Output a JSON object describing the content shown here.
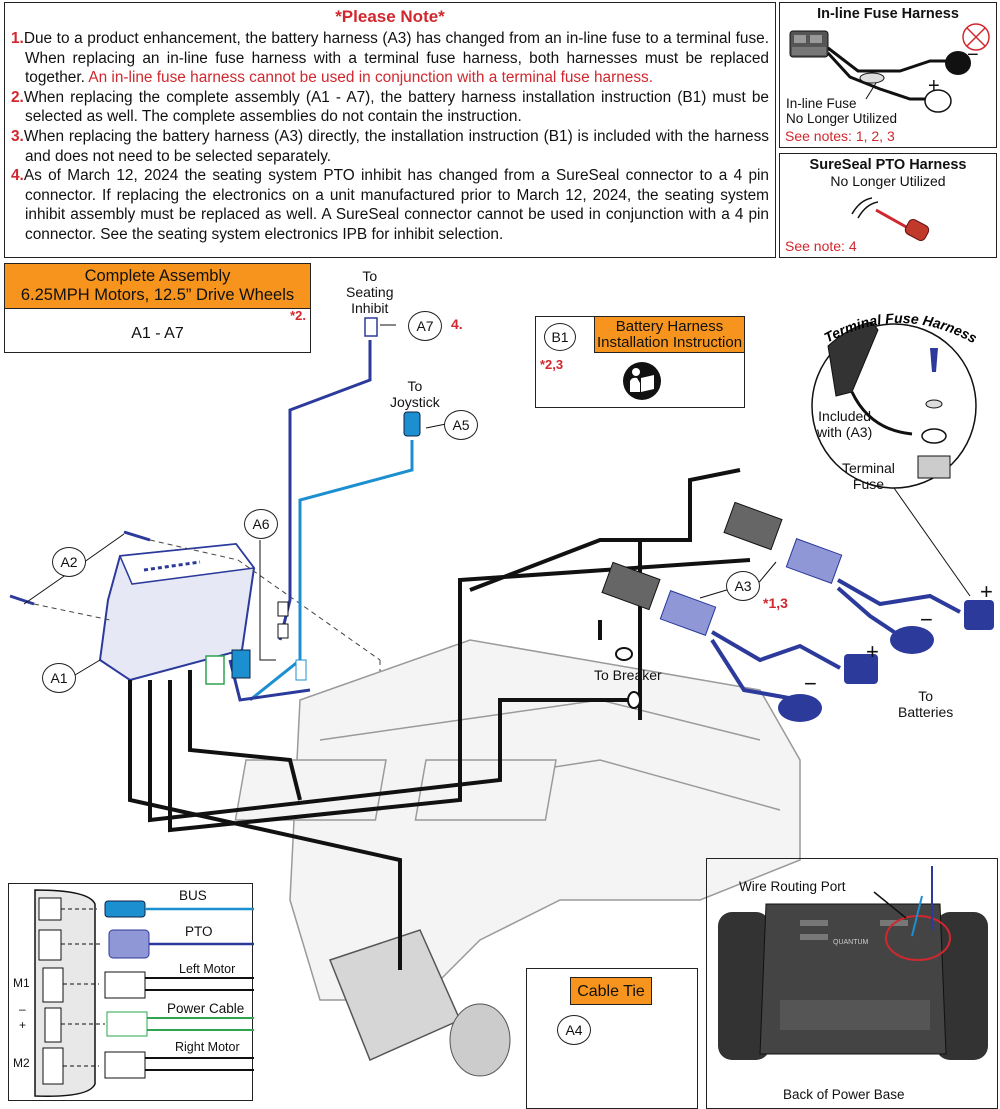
{
  "notes": {
    "title": "*Please Note*",
    "items": [
      {
        "num": "1.",
        "text": "Due to a product enhancement, the battery harness (A3) has changed from an in-line fuse to a terminal fuse. When replacing an in-line fuse harness with a terminal fuse harness, both harnesses must be replaced together. ",
        "highlight": "An in-line fuse harness cannot be used in conjunction with a terminal fuse harness."
      },
      {
        "num": "2.",
        "text": "When replacing the complete assembly (A1 - A7), the battery harness installation instruction (B1) must be selected as well. The complete assemblies do not contain the instruction."
      },
      {
        "num": "3.",
        "text": "When replacing the battery harness (A3) directly, the installation instruction (B1) is included with the harness and does not need to be selected separately."
      },
      {
        "num": "4.",
        "text": "As of March 12, 2024 the seating system PTO inhibit has changed from a SureSeal connector to a 4 pin connector. If replacing the electronics on a unit manufactured prior to March 12, 2024, the seating system inhibit assembly must be replaced as well. A SureSeal connector cannot be used in conjunction with a 4 pin connector. See the seating system electronics IPB for inhibit selection."
      }
    ]
  },
  "inline_fuse": {
    "title": "In-line Fuse Harness",
    "label_line1": "In-line Fuse",
    "label_line2": "No Longer Utilized",
    "see_notes": "See notes: 1, 2, 3",
    "plus": "+",
    "minus": "−"
  },
  "sureseal": {
    "title": "SureSeal PTO Harness",
    "subtitle": "No Longer Utilized",
    "see_note": "See note: 4"
  },
  "complete_assembly": {
    "line1": "Complete Assembly",
    "line2": "6.25MPH Motors, 12.5” Drive Wheels",
    "range": "A1 - A7",
    "ref": "*2."
  },
  "b1": {
    "callout": "B1",
    "title_line1": "Battery Harness",
    "title_line2": "Installation Instruction",
    "ref": "*2,3"
  },
  "terminal_fuse": {
    "arc_title": "Terminal Fuse Harness",
    "included_line1": "Included",
    "included_line2": "with (A3)",
    "terminal_line1": "Terminal",
    "terminal_line2": "Fuse"
  },
  "labels": {
    "seating_line1": "To",
    "seating_line2": "Seating",
    "seating_line3": "Inhibit",
    "joystick_line1": "To",
    "joystick_line2": "Joystick",
    "breaker": "To Breaker",
    "batteries_line1": "To",
    "batteries_line2": "Batteries",
    "plus": "+",
    "minus": "−"
  },
  "callouts": {
    "a1": "A1",
    "a2": "A2",
    "a3": "A3",
    "a4": "A4",
    "a5": "A5",
    "a6": "A6",
    "a7": "A7",
    "a7_ref": "4.",
    "a3_ref": "*1,3"
  },
  "inset": {
    "bus": "BUS",
    "pto": "PTO",
    "left_motor": "Left Motor",
    "power_cable": "Power Cable",
    "right_motor": "Right Motor",
    "m1": "M1",
    "m2": "M2",
    "minus": "–",
    "plus": "+"
  },
  "cable_tie": {
    "title": "Cable Tie",
    "callout": "A4"
  },
  "power_base": {
    "port_label": "Wire Routing Port",
    "caption": "Back of Power Base",
    "badge": "QUANTUM"
  },
  "colors": {
    "accent_orange": "#f7941e",
    "note_red": "#d0282e",
    "harness_blue": "#2b3a9b",
    "bus_blue": "#1c8fd0",
    "green": "#2ea44f"
  }
}
